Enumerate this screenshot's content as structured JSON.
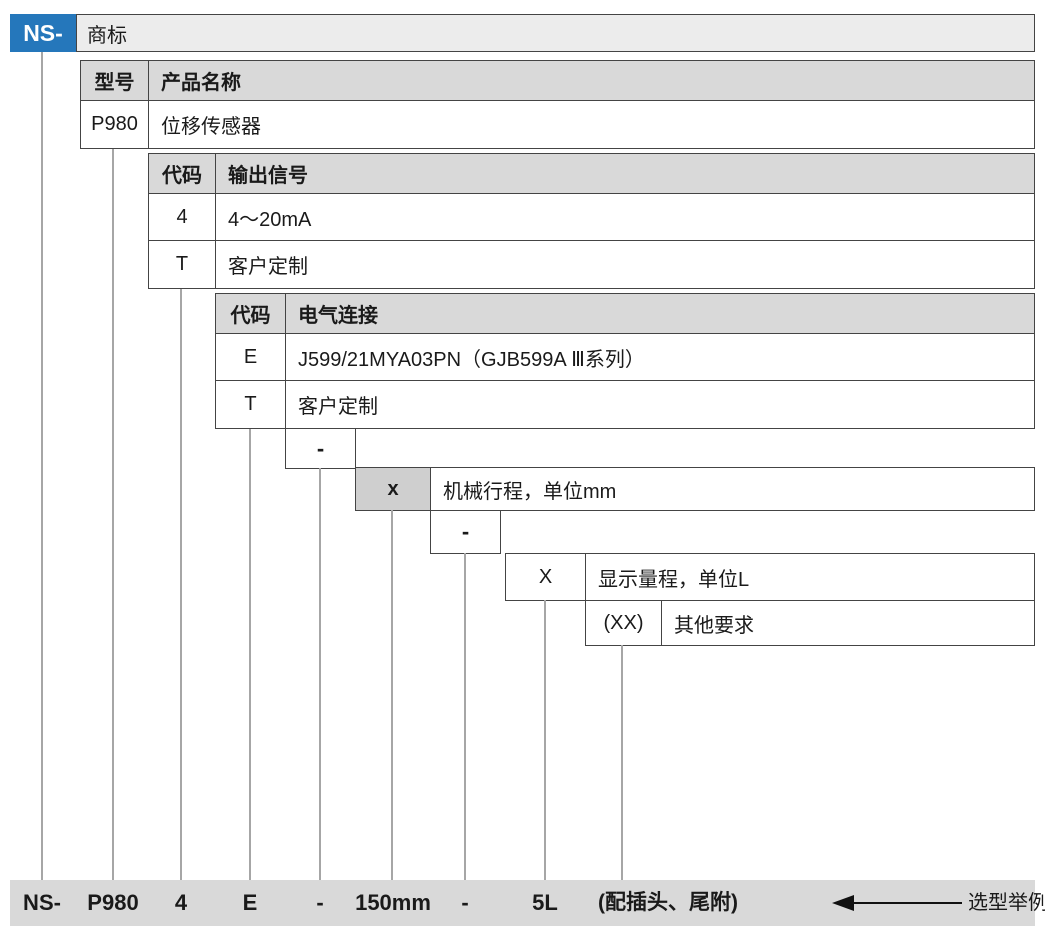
{
  "brand": {
    "prefix": "NS-",
    "trademark": "商标"
  },
  "model_table": {
    "code_header": "型号",
    "name_header": "产品名称",
    "code": "P980",
    "name": "位移传感器"
  },
  "signal_table": {
    "code_header": "代码",
    "name_header": "输出信号",
    "rows": [
      {
        "code": "4",
        "label": "4～20mA"
      },
      {
        "code": "T",
        "label": "客户定制"
      }
    ]
  },
  "connection_table": {
    "code_header": "代码",
    "name_header": "电气连接",
    "rows": [
      {
        "code": "E",
        "label": "J599/21MYA03PN（GJB599A Ⅲ系列）"
      },
      {
        "code": "T",
        "label": "客户定制"
      }
    ]
  },
  "separators": {
    "dash1": "-",
    "dash2": "-"
  },
  "stroke_field": {
    "code": "x",
    "label": "机械行程，单位mm"
  },
  "range_field": {
    "code": "X",
    "label": "显示量程，单位L"
  },
  "other_field": {
    "code": "(XX)",
    "label": "其他要求"
  },
  "example": {
    "prefix": "NS-",
    "model": "P980",
    "signal": "4",
    "connection": "E",
    "dash1": "-",
    "stroke": "150mm",
    "dash2": "-",
    "range": "5L",
    "note": "(配插头、尾附)",
    "arrow_label": "选型举例"
  },
  "colors": {
    "brand_blue": "#2577bb",
    "header_gray": "#d9d9d9",
    "trademark_gray": "#ececec",
    "code_gray": "#cfcfcf",
    "border": "#444444",
    "connector": "#a6a6a6",
    "text": "#1a1a1a"
  }
}
